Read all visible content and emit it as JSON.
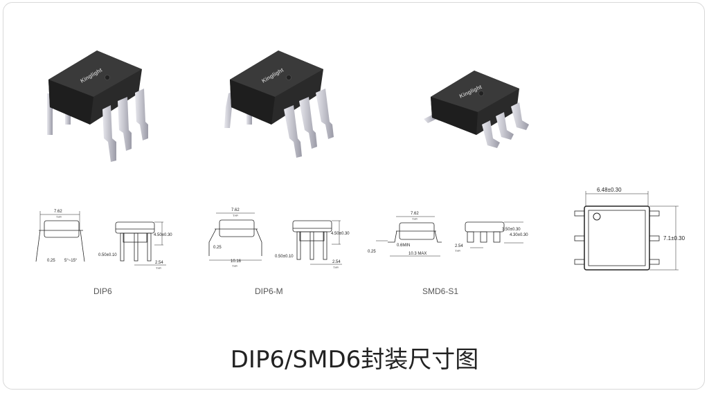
{
  "brand": "Kinglight",
  "packages": [
    {
      "name": "DIP6",
      "dims": {
        "width": "7.62",
        "width_note": "TYP.",
        "height": "4.50±0.30",
        "lead": "0.50±0.10",
        "pitch": "2.54",
        "pitch_note": "TYP.",
        "thickness": "0.25",
        "angle": "5°~15°"
      }
    },
    {
      "name": "DIP6-M",
      "dims": {
        "width": "7.62",
        "width_note": "TYP.",
        "height": "4.50±0.30",
        "lead": "0.50±0.10",
        "pitch": "2.54",
        "pitch_note": "TYP.",
        "thickness": "0.25",
        "span": "10.16",
        "span_note": "TYP."
      }
    },
    {
      "name": "SMD6-S1",
      "dims": {
        "width": "7.62",
        "width_note": "TYP.",
        "height1": "3.50±0.30",
        "height2": "4.30±0.30",
        "pitch": "2.54",
        "pitch_note": "TYP.",
        "thickness": "0.25",
        "foot": "0.6MIN",
        "span": "10.3 MAX"
      }
    }
  ],
  "top_view": {
    "width": "6.48±0.30",
    "height": "7.1±0.30"
  },
  "title": "DIP6/SMD6封装尺寸图"
}
